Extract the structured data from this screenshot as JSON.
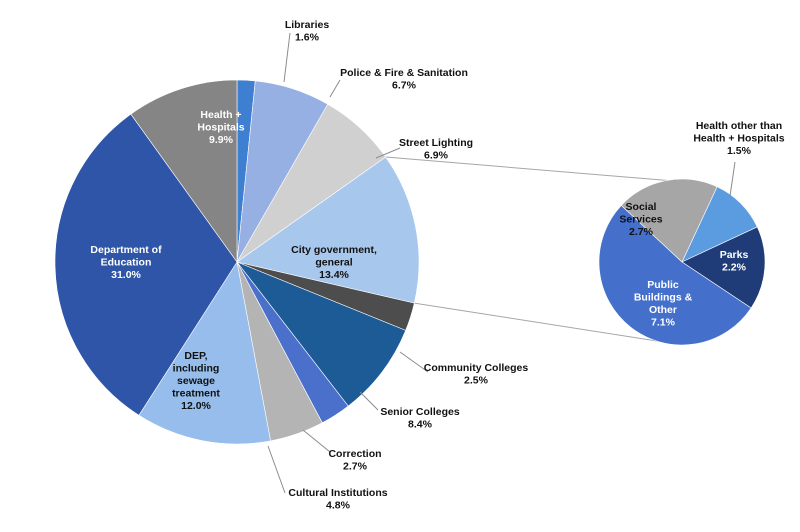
{
  "chart_data": [
    {
      "type": "pie",
      "title": "",
      "slices": [
        {
          "name": "Libraries",
          "value_label": "1.6%",
          "value": 1.6,
          "color": "#3f7fd1"
        },
        {
          "name": "Police & Fire & Sanitation",
          "value_label": "6.7%",
          "value": 6.7,
          "color": "#97b0e4"
        },
        {
          "name": "Street Lighting",
          "value_label": "6.9%",
          "value": 6.9,
          "color": "#d0d0d0"
        },
        {
          "name": "City government, general",
          "value_label": "13.4%",
          "value": 13.4,
          "color": "#a7c8ec"
        },
        {
          "name": "Community Colleges",
          "value_label": "2.5%",
          "value": 2.5,
          "color": "#4d4d4d"
        },
        {
          "name": "Senior Colleges",
          "value_label": "8.4%",
          "value": 8.4,
          "color": "#1d5b97"
        },
        {
          "name": "Correction",
          "value_label": "2.7%",
          "value": 2.7,
          "color": "#4a70cc"
        },
        {
          "name": "Cultural Institutions",
          "value_label": "4.8%",
          "value": 4.8,
          "color": "#b4b4b4"
        },
        {
          "name": "DEP, including sewage treatment",
          "value_label": "12.0%",
          "value": 12.0,
          "color": "#96bdec"
        },
        {
          "name": "Department of Education",
          "value_label": "31.0%",
          "value": 31.0,
          "color": "#2e55a7"
        },
        {
          "name": "Health + Hospitals",
          "value_label": "9.9%",
          "value": 9.9,
          "color": "#858585"
        }
      ]
    },
    {
      "type": "pie",
      "title": "",
      "slices": [
        {
          "name": "Health other than Health + Hospitals",
          "value_label": "1.5%",
          "value": 1.5,
          "color": "#5b9be0"
        },
        {
          "name": "Parks",
          "value_label": "2.2%",
          "value": 2.2,
          "color": "#1f3c78"
        },
        {
          "name": "Public Buildings & Other",
          "value_label": "7.1%",
          "value": 7.1,
          "color": "#4470cc"
        },
        {
          "name": "Social Services",
          "value_label": "2.7%",
          "value": 2.7,
          "color": "#a6a6a6"
        }
      ]
    }
  ]
}
